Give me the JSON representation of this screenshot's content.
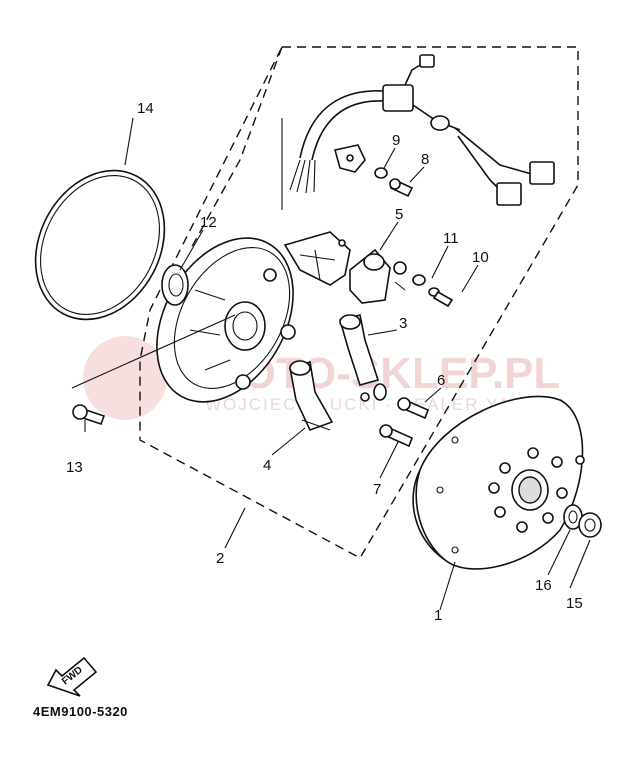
{
  "diagram": {
    "part_numbers": [
      "1",
      "2",
      "3",
      "4",
      "5",
      "6",
      "7",
      "8",
      "9",
      "10",
      "11",
      "12",
      "13",
      "14",
      "15",
      "16"
    ],
    "fwd_label": "FWD",
    "diagram_code": "4EM9100-5320",
    "watermark": {
      "text": "MOTO-SKLEP.PL",
      "subtext": "WOJCIECH LUCKI · DEALER YAMAHA"
    }
  }
}
